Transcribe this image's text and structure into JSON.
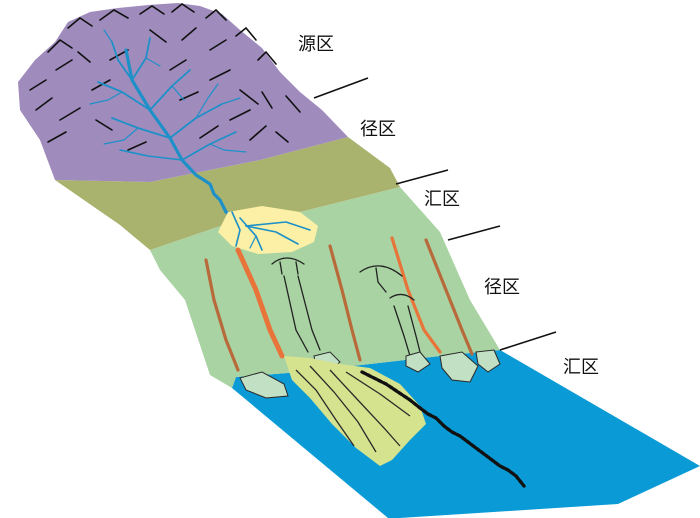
{
  "labels": {
    "source_zone": "源区",
    "transfer_zone_upper": "径区",
    "sink_zone_upper": "汇区",
    "transfer_zone_lower": "径区",
    "sink_zone_lower": "汇区"
  },
  "colors": {
    "source_zone": "#a08bbd",
    "transfer_band": "#a9b36e",
    "piedmont_slope": "#a9d3a3",
    "basin_water": "#0a9bd6",
    "fan_deposit": "#fbf0a5",
    "delta_fan": "#d6e38e",
    "stream": "#1e90c8",
    "channel_orange": "#e8743a",
    "channel_brown": "#b86a3a"
  }
}
